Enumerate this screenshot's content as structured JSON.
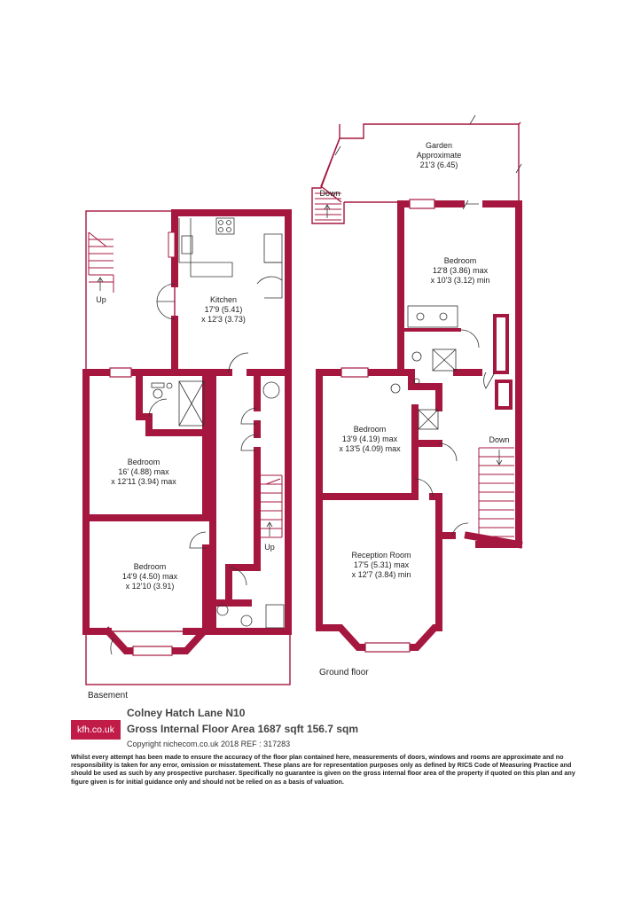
{
  "colors": {
    "wall": "#a5173f",
    "logo_bg": "#c11b48",
    "text": "#222222"
  },
  "basement": {
    "label": "Basement",
    "kitchen": {
      "name": "Kitchen",
      "dim1": "17'9 (5.41)",
      "dim2": "x 12'3 (3.73)"
    },
    "bedroom_upper": {
      "name": "Bedroom",
      "dim1": "16' (4.88) max",
      "dim2": "x 12'11 (3.94) max"
    },
    "bedroom_lower": {
      "name": "Bedroom",
      "dim1": "14'9 (4.50) max",
      "dim2": "x 12'10 (3.91)"
    },
    "up_left": "Up",
    "up_stairs": "Up"
  },
  "ground": {
    "label": "Ground floor",
    "garden": {
      "name": "Garden",
      "line2": "Approximate",
      "dim": "21'3 (6.45)"
    },
    "bedroom_rear": {
      "name": "Bedroom",
      "dim1": "12'8 (3.86) max",
      "dim2": "x 10'3 (3.12) min"
    },
    "bedroom_mid": {
      "name": "Bedroom",
      "dim1": "13'9 (4.19) max",
      "dim2": "x 13'5 (4.09) max"
    },
    "reception": {
      "name": "Reception Room",
      "dim1": "17'5 (5.31) max",
      "dim2": "x 12'7 (3.84)  min"
    },
    "down_garden": "Down",
    "down_stairs": "Down"
  },
  "footer": {
    "logo": "kfh.co.uk",
    "address": "Colney Hatch Lane  N10",
    "area": "Gross Internal Floor Area 1687 sqft 156.7 sqm",
    "copyright": "Copyright nichecom.co.uk 2018 REF : 317283",
    "disclaimer": "Whilst every attempt has been made to ensure the accuracy of the floor plan contained here, measurements of doors, windows and rooms are approximate and no responsibility is taken for any error, omission or misstatement.  These plans are for representation purposes only as defined by RICS Code of Measuring Practice and should be used as such by any prospective purchaser.  Specifically no guarantee is given on the gross internal floor area of the property if quoted on this plan and any figure given is for initial guidance only and should not be relied on as a basis of valuation."
  }
}
